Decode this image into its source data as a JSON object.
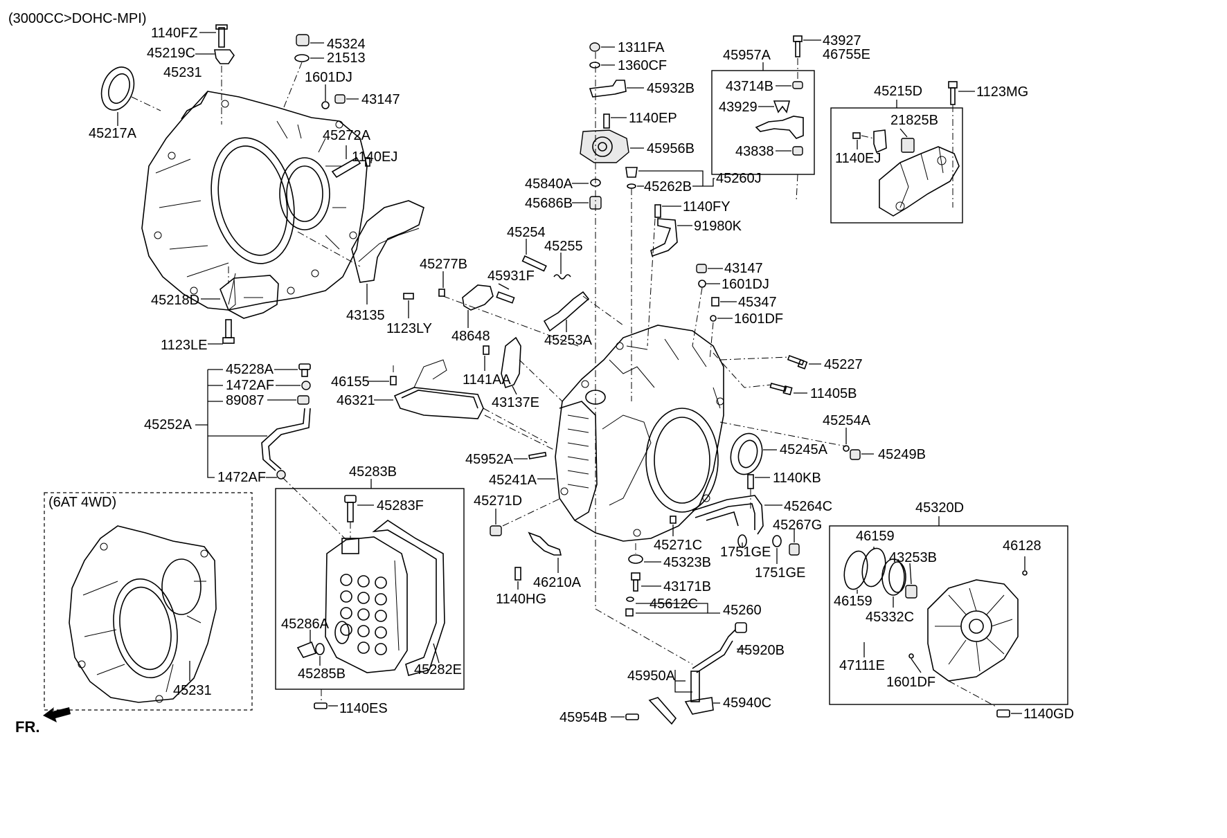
{
  "header": {
    "engine_note": "(3000CC>DOHC-MPI)"
  },
  "variant_box": {
    "title": "(6AT 4WD)",
    "part": "45231"
  },
  "footer": {
    "front_indicator": "FR."
  },
  "parts": {
    "p1140FZ": "1140FZ",
    "p45219C": "45219C",
    "p45231": "45231",
    "p45217A": "45217A",
    "p45324": "45324",
    "p21513": "21513",
    "p1601DJ_a": "1601DJ",
    "p43147_a": "43147",
    "p45272A": "45272A",
    "p1140EJ_a": "1140EJ",
    "p45218D": "45218D",
    "p1123LE": "1123LE",
    "p43135": "43135",
    "p1123LY": "1123LY",
    "p1311FA": "1311FA",
    "p1360CF": "1360CF",
    "p45932B": "45932B",
    "p1140EP": "1140EP",
    "p45956B": "45956B",
    "p45840A": "45840A",
    "p45262B": "45262B",
    "p45260J": "45260J",
    "p45686B": "45686B",
    "p1140FY": "1140FY",
    "p91980K": "91980K",
    "p43927": "43927",
    "p46755E": "46755E",
    "p45957A": "45957A",
    "p43714B": "43714B",
    "p43929": "43929",
    "p43838": "43838",
    "p45215D": "45215D",
    "p1123MG": "1123MG",
    "p21825B": "21825B",
    "p1140EJ_b": "1140EJ",
    "p45254": "45254",
    "p45255": "45255",
    "p45277B": "45277B",
    "p45931F": "45931F",
    "p45253A": "45253A",
    "p48648": "48648",
    "p43147_b": "43147",
    "p1601DJ_b": "1601DJ",
    "p45347": "45347",
    "p1601DF_a": "1601DF",
    "p45228A": "45228A",
    "p1472AF_a": "1472AF",
    "p89087": "89087",
    "p45252A": "45252A",
    "p1472AF_b": "1472AF",
    "p46155": "46155",
    "p46321": "46321",
    "p1141AA": "1141AA",
    "p43137E": "43137E",
    "p45227": "45227",
    "p11405B": "11405B",
    "p45254A": "45254A",
    "p45249B": "45249B",
    "p45245A": "45245A",
    "p1140KB": "1140KB",
    "p45952A": "45952A",
    "p45241A": "45241A",
    "p45264C": "45264C",
    "p45271D": "45271D",
    "p45267G": "45267G",
    "p45271C": "45271C",
    "p1751GE_a": "1751GE",
    "p1751GE_b": "1751GE",
    "p45323B": "45323B",
    "p46210A": "46210A",
    "p1140HG": "1140HG",
    "p43171B": "43171B",
    "p45612C": "45612C",
    "p45260": "45260",
    "p45283B": "45283B",
    "p45283F": "45283F",
    "p45286A": "45286A",
    "p45285B": "45285B",
    "p45282E": "45282E",
    "p1140ES": "1140ES",
    "p45920B": "45920B",
    "p45950A": "45950A",
    "p45940C": "45940C",
    "p45954B": "45954B",
    "p45320D": "45320D",
    "p46159_a": "46159",
    "p43253B": "43253B",
    "p46128": "46128",
    "p46159_b": "46159",
    "p45332C": "45332C",
    "p47111E": "47111E",
    "p1601DF_b": "1601DF",
    "p1140GD": "1140GD"
  }
}
